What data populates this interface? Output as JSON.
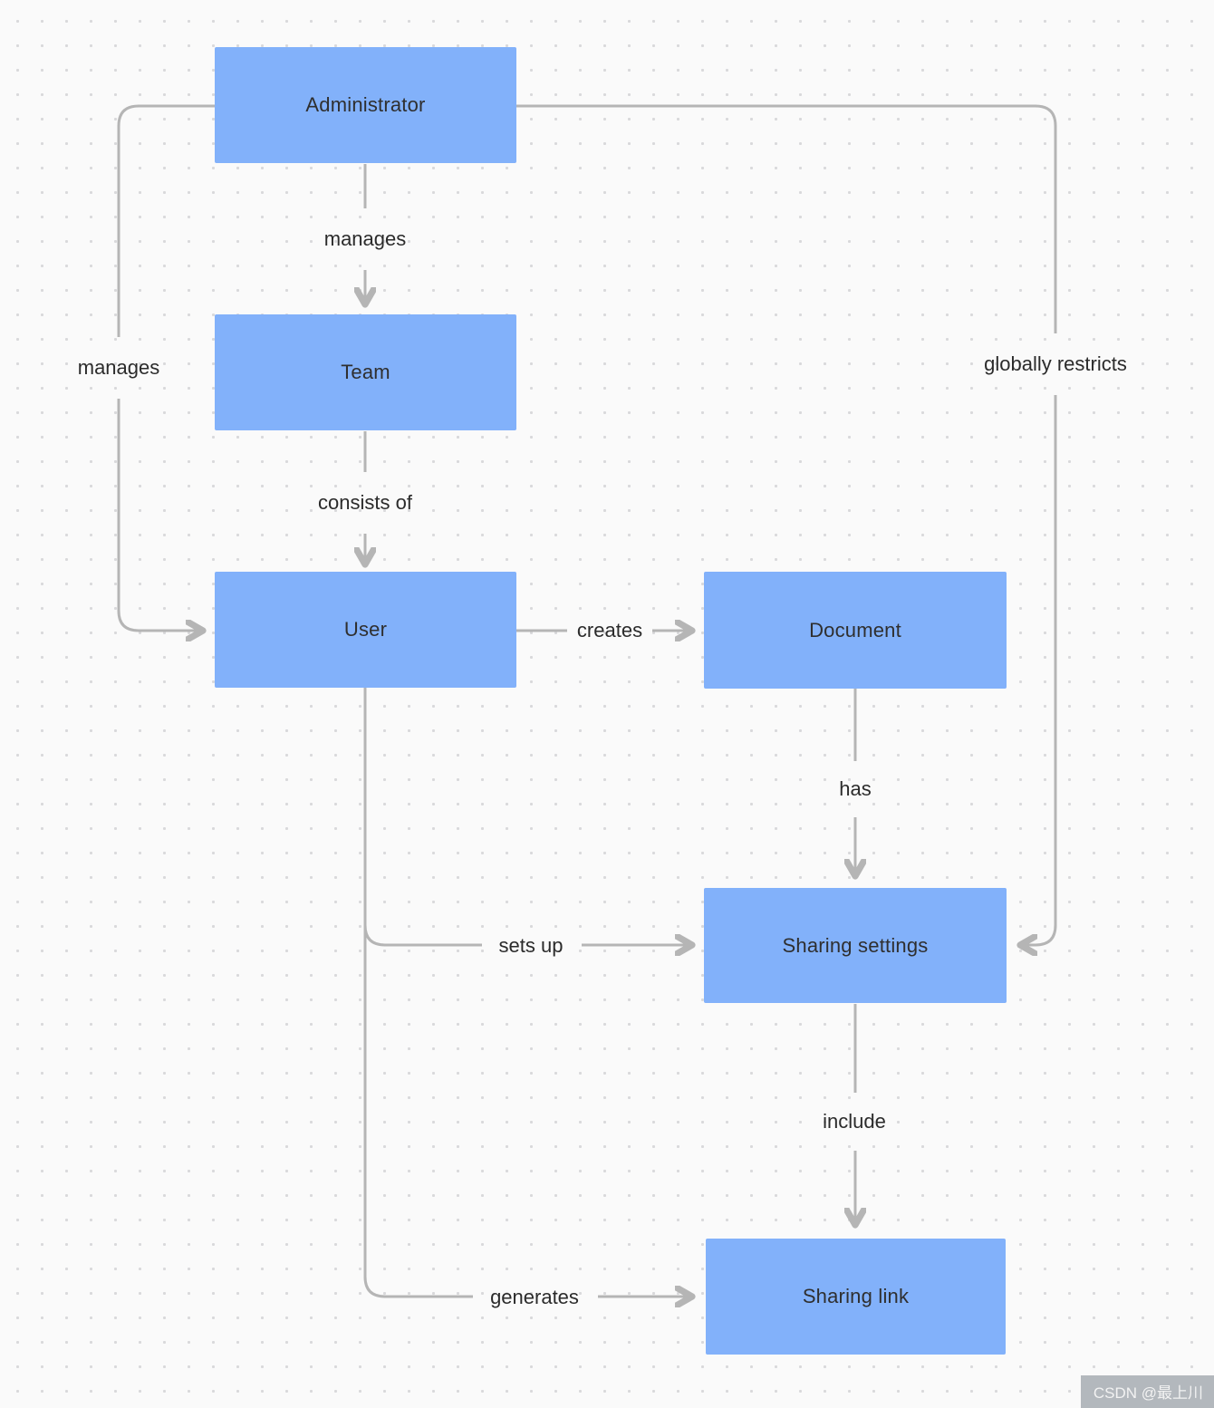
{
  "colors": {
    "node_fill": "#82b1fa",
    "node_text": "#2f2f2f",
    "edge": "#b5b5b5",
    "label_text": "#2b2b2b"
  },
  "nodes": [
    {
      "id": "administrator",
      "label": "Administrator"
    },
    {
      "id": "team",
      "label": "Team"
    },
    {
      "id": "user",
      "label": "User"
    },
    {
      "id": "document",
      "label": "Document"
    },
    {
      "id": "sharing-settings",
      "label": "Sharing settings"
    },
    {
      "id": "sharing-link",
      "label": "Sharing link"
    }
  ],
  "edges": [
    {
      "id": "admin-manages-team",
      "from": "administrator",
      "to": "team",
      "label": "manages"
    },
    {
      "id": "admin-manages-user",
      "from": "administrator",
      "to": "user",
      "label": "manages"
    },
    {
      "id": "team-consists-of-user",
      "from": "team",
      "to": "user",
      "label": "consists of"
    },
    {
      "id": "user-creates-document",
      "from": "user",
      "to": "document",
      "label": "creates"
    },
    {
      "id": "document-has-settings",
      "from": "document",
      "to": "sharing-settings",
      "label": "has"
    },
    {
      "id": "admin-globally-restricts-settings",
      "from": "administrator",
      "to": "sharing-settings",
      "label": "globally restricts"
    },
    {
      "id": "user-sets-up-settings",
      "from": "user",
      "to": "sharing-settings",
      "label": "sets up"
    },
    {
      "id": "settings-include-link",
      "from": "sharing-settings",
      "to": "sharing-link",
      "label": "include"
    },
    {
      "id": "user-generates-link",
      "from": "user",
      "to": "sharing-link",
      "label": "generates"
    }
  ],
  "watermark": {
    "text": "CSDN @最上川"
  }
}
